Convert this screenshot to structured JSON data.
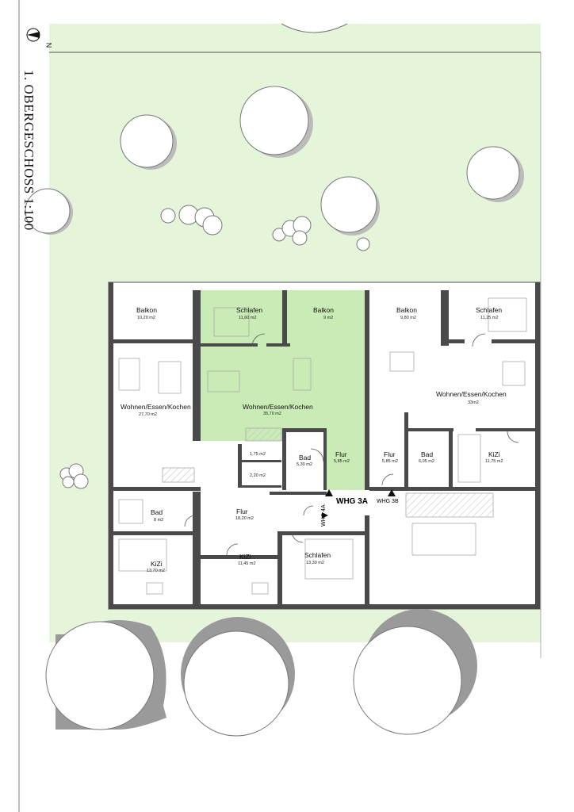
{
  "title": "1. OBERGESCHOSS 1:100",
  "north_label": "N",
  "colors": {
    "lawn": "#e4f5d9",
    "highlight": "#c9ebb5",
    "wall": "#4a4a4a",
    "tree_shadow": "#9a9a9a"
  },
  "apartments": {
    "whg_3a": "WHG 3A",
    "whg_3b": "WHG 3B",
    "whg_4a": "WHG 4A"
  },
  "rooms": {
    "balkon_w": {
      "name": "Balkon",
      "area": "10,20 m2"
    },
    "schlafen_3a": {
      "name": "Schlafen",
      "area": "11,60 m2"
    },
    "balkon_3a": {
      "name": "Balkon",
      "area": "9 m2"
    },
    "balkon_3b": {
      "name": "Balkon",
      "area": "9,80 m2"
    },
    "schlafen_3b": {
      "name": "Schlafen",
      "area": "11,25 m2"
    },
    "wek_w": {
      "name": "Wohnen/Essen/Kochen",
      "area": "27,70 m2"
    },
    "wek_3a": {
      "name": "Wohnen/Essen/Kochen",
      "area": "35,70 m2"
    },
    "wek_3b": {
      "name": "Wohnen/Essen/Kochen",
      "area": "33m2"
    },
    "small_1": {
      "area": "1,75 m2"
    },
    "small_2": {
      "area": "2,20 m2"
    },
    "bad_3a": {
      "name": "Bad",
      "area": "5,30 m2"
    },
    "flur_3a": {
      "name": "Flur",
      "area": "5,85 m2"
    },
    "flur_3b": {
      "name": "Flur",
      "area": "5,85 m2"
    },
    "bad_3b": {
      "name": "Bad",
      "area": "6,05 m2"
    },
    "kizi_3b": {
      "name": "KiZi",
      "area": "11,75 m2"
    },
    "bad_w": {
      "name": "Bad",
      "area": "8 m2"
    },
    "flur_w": {
      "name": "Flur",
      "area": "18,20 m2"
    },
    "kizi_w1": {
      "name": "KiZi",
      "area": "13,70 m2"
    },
    "kizi_w2": {
      "name": "KiZi",
      "area": "11,45 m2"
    },
    "schlafen_w": {
      "name": "Schlafen",
      "area": "13,30 m2"
    }
  }
}
